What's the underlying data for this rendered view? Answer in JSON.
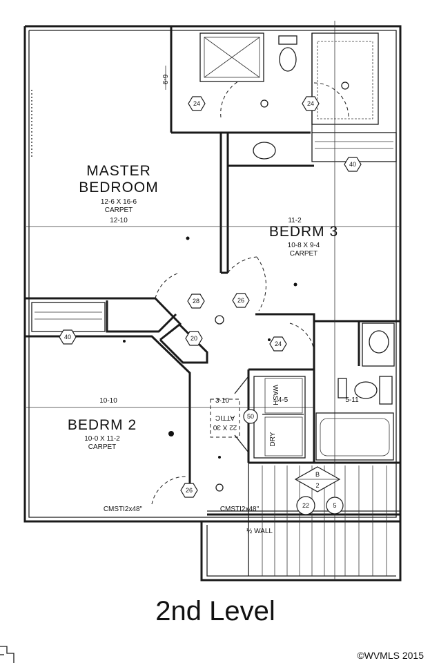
{
  "labels": {
    "master_title_1": "MASTER",
    "master_title_2": "BEDROOM",
    "master_size": "12-6 X 16-6",
    "master_floor": "CARPET",
    "master_dim": "12-10",
    "bath_dim": "6-9",
    "bed3_title": "BEDRM 3",
    "bed3_size": "10-8 X 9-4",
    "bed3_floor": "CARPET",
    "bed3_dim": "11-2",
    "bed2_title": "BEDRM 2",
    "bed2_size": "10-0 X 11-2",
    "bed2_floor": "CARPET",
    "bed2_dim": "10-10",
    "laundry_wash": "WASH",
    "laundry_dry": "DRY",
    "laundry_dim": "4-5",
    "bath2_dim": "5-11",
    "attic_dim": "3-10",
    "attic_label": "ATTIC",
    "attic_access": "22 X 30",
    "header_1": "CMSTI2x48\"",
    "header_2": "CMSTI2x48\"",
    "half_wall": "½ WALL",
    "stair_code": "B",
    "stair_num": "2",
    "marker_22": "22",
    "marker_5": "5",
    "marker_50": "50",
    "hex": [
      "24",
      "24",
      "40",
      "28",
      "26",
      "20",
      "24",
      "40",
      "26"
    ]
  },
  "footer": {
    "title": "2nd Level",
    "copyright": "©WVMLS 2015"
  }
}
